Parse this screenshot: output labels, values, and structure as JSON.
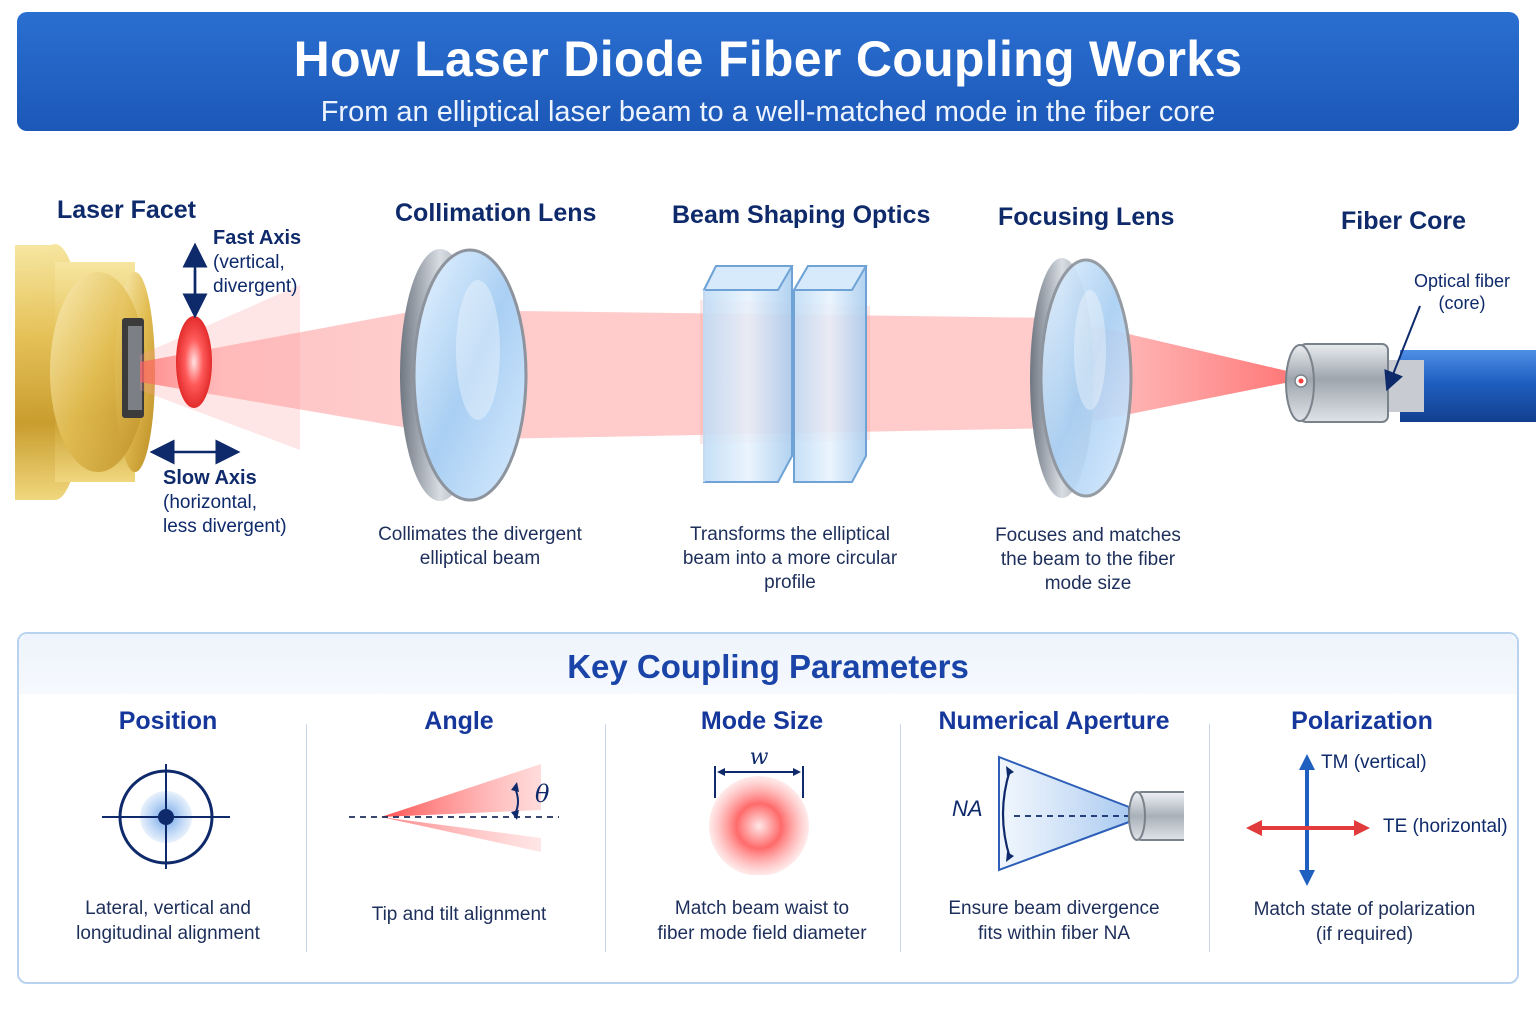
{
  "header": {
    "title": "How Laser Diode Fiber Coupling Works",
    "subtitle": "From an elliptical laser beam to a well-matched mode in the fiber core"
  },
  "stages": {
    "laser_facet": {
      "title": "Laser Facet",
      "fast_axis_title": "Fast Axis",
      "fast_axis_line1": "(vertical,",
      "fast_axis_line2": "divergent)",
      "slow_axis_title": "Slow Axis",
      "slow_axis_line1": "(horizontal,",
      "slow_axis_line2": "less divergent)"
    },
    "collimation_lens": {
      "title": "Collimation Lens",
      "caption_line1": "Collimates the divergent",
      "caption_line2": "elliptical beam"
    },
    "beam_shaping": {
      "title": "Beam Shaping Optics",
      "caption_line1": "Transforms the elliptical",
      "caption_line2": "beam into a more circular",
      "caption_line3": "profile"
    },
    "focusing_lens": {
      "title": "Focusing Lens",
      "caption_line1": "Focuses and matches",
      "caption_line2": "the beam to the fiber",
      "caption_line3": "mode size"
    },
    "fiber_core": {
      "title": "Fiber Core",
      "label_line1": "Optical fiber",
      "label_line2": "(core)"
    }
  },
  "parameters": {
    "title": "Key Coupling Parameters",
    "items": [
      {
        "title": "Position",
        "caption_line1": "Lateral, vertical and",
        "caption_line2": "longitudinal alignment",
        "icon": "crosshair-icon"
      },
      {
        "title": "Angle",
        "caption_line1": "Tip and tilt alignment",
        "caption_line2": "",
        "icon": "angle-icon",
        "symbol": "θ"
      },
      {
        "title": "Mode Size",
        "caption_line1": "Match beam waist  to",
        "caption_line2": "fiber mode field diameter",
        "icon": "beam-spot-icon",
        "symbol": "w"
      },
      {
        "title": "Numerical Aperture",
        "caption_line1": "Ensure beam divergence",
        "caption_line2": "fits within fiber NA",
        "icon": "cone-icon",
        "symbol": "NA"
      },
      {
        "title": "Polarization",
        "caption_line1": "Match state of polarization",
        "caption_line2": "(if required)",
        "icon": "polarization-icon",
        "tm_label": "TM (vertical)",
        "te_label": "TE (horizontal)"
      }
    ]
  },
  "colors": {
    "header_blue": "#1f5fc0",
    "title_navy": "#0e2a6b",
    "beam_red": "#ff5a5a",
    "fiber_blue": "#1f5fc0",
    "arrow_red": "#e23b3b",
    "lens_blue": "#bcd9f7"
  }
}
